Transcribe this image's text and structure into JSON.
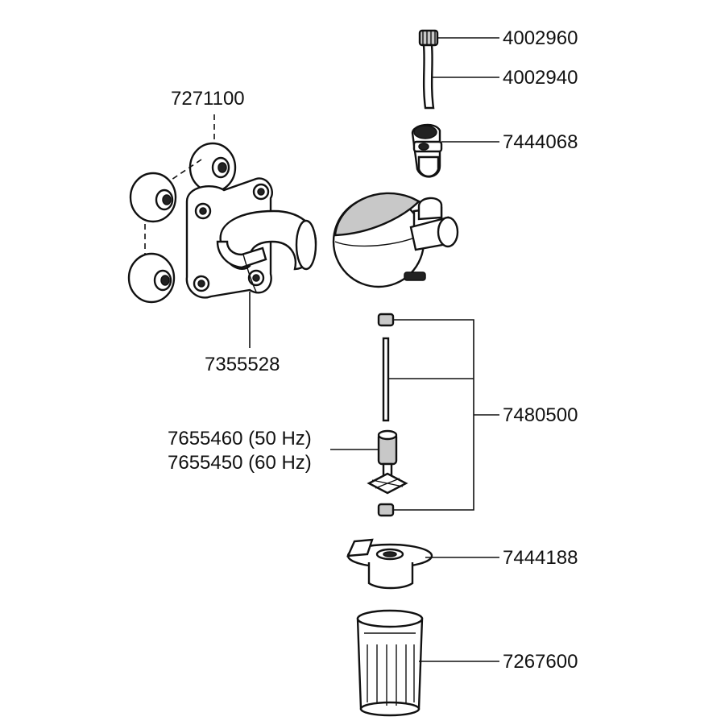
{
  "diagram": {
    "labels": {
      "p4002960": "4002960",
      "p4002940": "4002940",
      "p7444068": "7444068",
      "p7271100": "7271100",
      "p7355528": "7355528",
      "p7480500": "7480500",
      "p7655460": "7655460 (50 Hz)",
      "p7655450": "7655450 (60 Hz)",
      "p7444188": "7444188",
      "p7267600": "7267600"
    }
  }
}
